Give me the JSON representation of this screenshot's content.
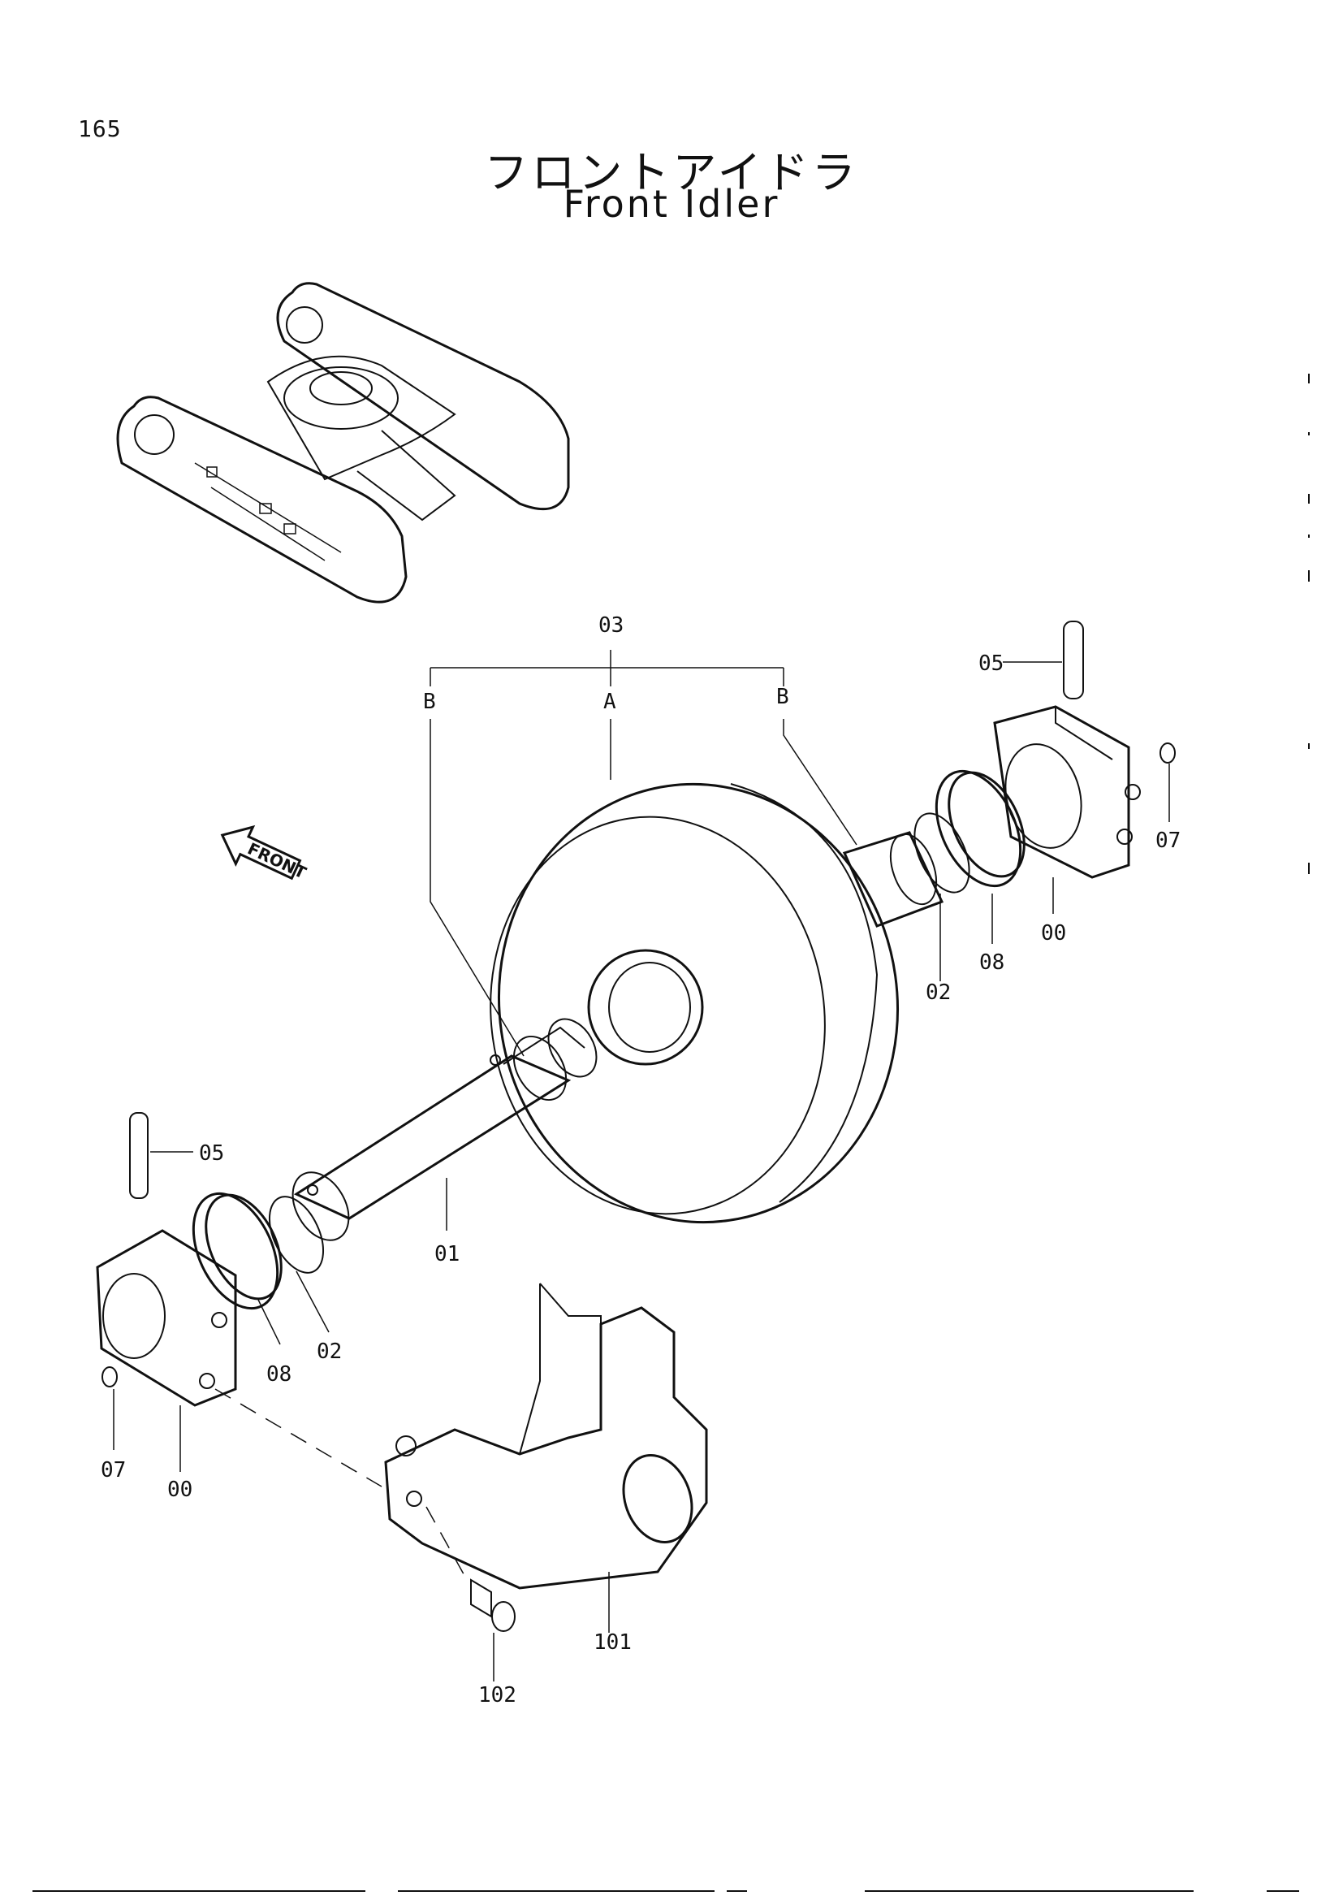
{
  "page": {
    "number": "165"
  },
  "title": {
    "japanese": "フロントアイドラ",
    "english": "Front Idler"
  },
  "orientation_arrow": {
    "text": "FRONT"
  },
  "callouts": {
    "group_03": "03",
    "group_A": "A",
    "group_B_left": "B",
    "group_B_right": "B",
    "shaft_01": "01",
    "seal_02_right": "02",
    "seal_02_left": "02",
    "pin_05_right": "05",
    "pin_05_left": "05",
    "plug_07_right": "07",
    "plug_07_left": "07",
    "ring_08_right": "08",
    "ring_08_left": "08",
    "bearing_00_right": "00",
    "bearing_00_left": "00",
    "yoke_101": "101",
    "bolt_102": "102"
  },
  "colors": {
    "ink": "#111111",
    "paper": "#ffffff"
  }
}
